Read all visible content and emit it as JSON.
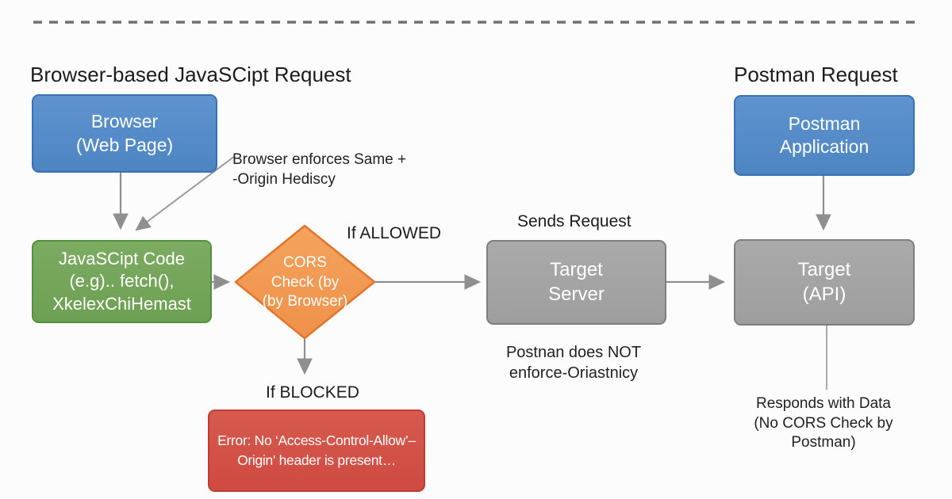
{
  "titles": {
    "left": "Browser-based JavaSCipt Request",
    "right": "Postman Request"
  },
  "nodes": {
    "browser": {
      "label": "Browser\n(Web Page)",
      "color": "#4d85c3"
    },
    "postman_app": {
      "label": "Postman\nApplication",
      "color": "#4d85c3"
    },
    "js_code": {
      "label": "JavaSCipt Code\n(e.g).. fetch(),\nXkelexChiHemast",
      "color": "#6da052"
    },
    "cors_check": {
      "label": "CORS\nCheck (by\n(by Browser)",
      "color": "#f2984f"
    },
    "target_server": {
      "label": "Target\nServer",
      "color": "#a3a3a3"
    },
    "target_api": {
      "label": "Target\n(API)",
      "color": "#a3a3a3"
    },
    "error_box": {
      "label": "Error: No ‘Access-Control-Allow’–\nOrigin' header is present…",
      "color": "#cf4a40"
    }
  },
  "annotations": {
    "same_origin": "Browser enforces Same +\n -Origin Hediscy",
    "if_allowed": "If ALLOWED",
    "if_blocked": "If BLOCKED",
    "sends_request": "Sends Request",
    "postman_no_enforce": "Postnan does NOT\nenforce-Oriastnicy",
    "responds_with_data": "Responds with Data\n(No CORS Check by\nPostman)"
  },
  "style": {
    "arrow_color": "#8f8f8f",
    "dashed_line_color": "#707070",
    "background": "#fcfcfc",
    "text_color": "#1e1e1e"
  }
}
